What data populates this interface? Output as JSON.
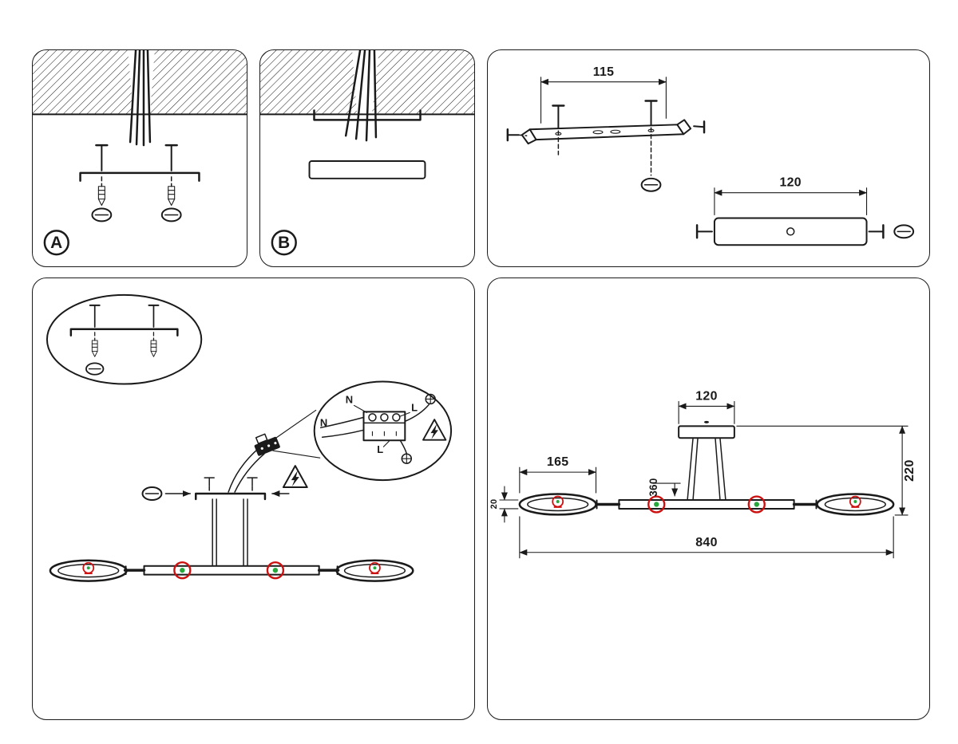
{
  "colors": {
    "line": "#1a1a1a",
    "red": "#cc1111",
    "green": "#27a83c",
    "background": "#ffffff"
  },
  "panel_a": {
    "label": "A"
  },
  "panel_b": {
    "label": "B"
  },
  "panel_parts": {
    "dim_bracket": "115",
    "dim_canopy": "120"
  },
  "panel_install": {
    "label_n1": "N",
    "label_l1": "L",
    "label_n2": "N",
    "label_l2": "L"
  },
  "panel_dims": {
    "dim_canopy": "120",
    "dim_ring": "165",
    "dim_height": "220",
    "dim_inner": "360",
    "dim_thickness": "20",
    "dim_total": "840"
  }
}
